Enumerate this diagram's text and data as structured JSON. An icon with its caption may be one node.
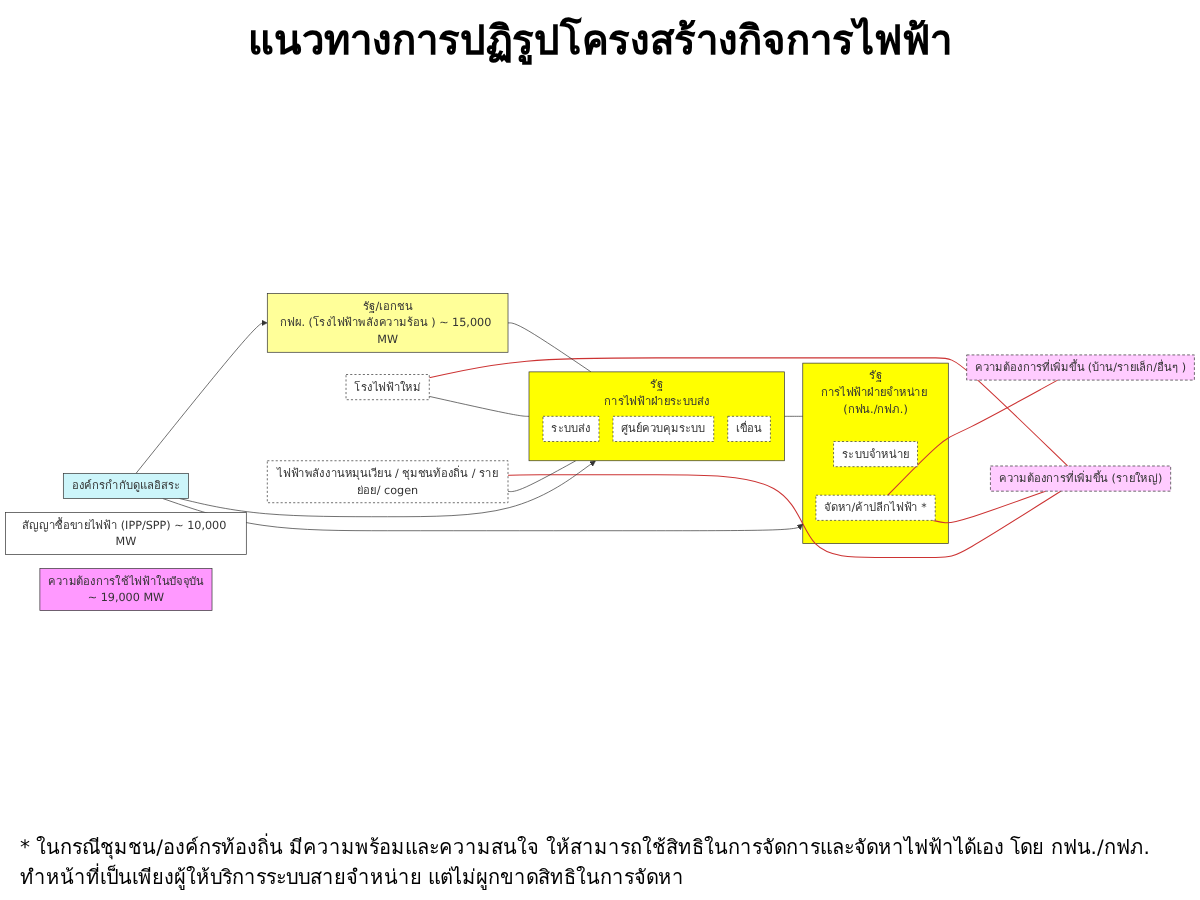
{
  "diagram": {
    "title": "แนวทางการปฏิรูปโครงสร้างกิจการไฟฟ้า",
    "nodes": [
      {
        "text": [
          "องค์กรกำกับดูแลอิสระ"
        ]
      },
      {
        "text": [
          "รัฐ/เอกชน",
          "กฟผ. (โรงไฟฟ้าพลังความร้อน ) ~ 15,000 MW"
        ]
      },
      {
        "text": [
          "สัญญาซื้อขายไฟฟ้า (IPP/SPP) ~ 10,000 MW"
        ]
      },
      {
        "text": [
          "โรงไฟฟ้าใหม่"
        ]
      },
      {
        "text": [
          "ไฟฟ้าพลังงานหมุนเวียน / ชุมชนท้องถิ่น / รายย่อย/ cogen"
        ]
      },
      {
        "text": [
          "รัฐ",
          "การไฟฟ้าฝ่ายระบบส่ง"
        ]
      },
      {
        "text": [
          "ระบบส่ง"
        ],
        "in": 5
      },
      {
        "text": [
          "ศูนย์ควบคุมระบบ"
        ],
        "in": 5
      },
      {
        "text": [
          "เขื่อน"
        ],
        "in": 5
      },
      {
        "text": [
          "รัฐ",
          "การไฟฟ้าฝ่ายจำหน่าย (กฟน./กฟภ.)"
        ]
      },
      {
        "text": [
          "ระบบจำหน่าย"
        ],
        "in": 9
      },
      {
        "text": [
          "จัดหา/ค้าปลีกไฟฟ้า *"
        ],
        "in": 9
      },
      {
        "text": [
          "ความต้องการที่เพิ่มขึ้น (บ้าน/รายเล็ก/อื่นๆ )"
        ]
      },
      {
        "text": [
          "ความต้องการใช้ไฟฟ้าในปัจจุบัน",
          "~ 19,000 MW"
        ]
      },
      {
        "text": [
          "ความต้องการที่เพิ่มขึ้น (รายใหญ่)"
        ]
      }
    ],
    "edges": [
      {
        "from": 0,
        "to": 1,
        "arrow": "to"
      },
      {
        "from": 0,
        "to": 5,
        "arrow": "to"
      },
      {
        "from": 0,
        "to": 9,
        "arrow": "to"
      },
      {
        "from": 1,
        "to": 5,
        "arrow": "none"
      },
      {
        "from": 3,
        "to": 5,
        "arrow": "none"
      },
      {
        "from": 4,
        "to": 5,
        "arrow": "none"
      },
      {
        "from": 5,
        "to": 9,
        "arrow": "none"
      },
      {
        "from": 11,
        "to": 12,
        "arrow": "none",
        "color": "#cc3333"
      },
      {
        "from": 3,
        "to": 14,
        "arrow": "none",
        "color": "#cc3333"
      },
      {
        "from": 4,
        "to": 14,
        "arrow": "none",
        "color": "#cc3333"
      },
      {
        "from": 11,
        "to": 14,
        "arrow": "none",
        "color": "#cc3333"
      }
    ],
    "labels": [
      "* ในกรณีชุมชน/องค์กรท้องถิ่น มีความพร้อมและความสนใจ ให้สามารถใช้สิทธิในการจัดการและจัดหาไฟฟ้าได้เอง โดย กฟน./กฟภ. ทำหน้าที่เป็นเพียงผู้ให้บริการระบบสายจำหน่าย แต่ไม่ผูกขาดสิทธิในการจัดหา"
    ]
  }
}
